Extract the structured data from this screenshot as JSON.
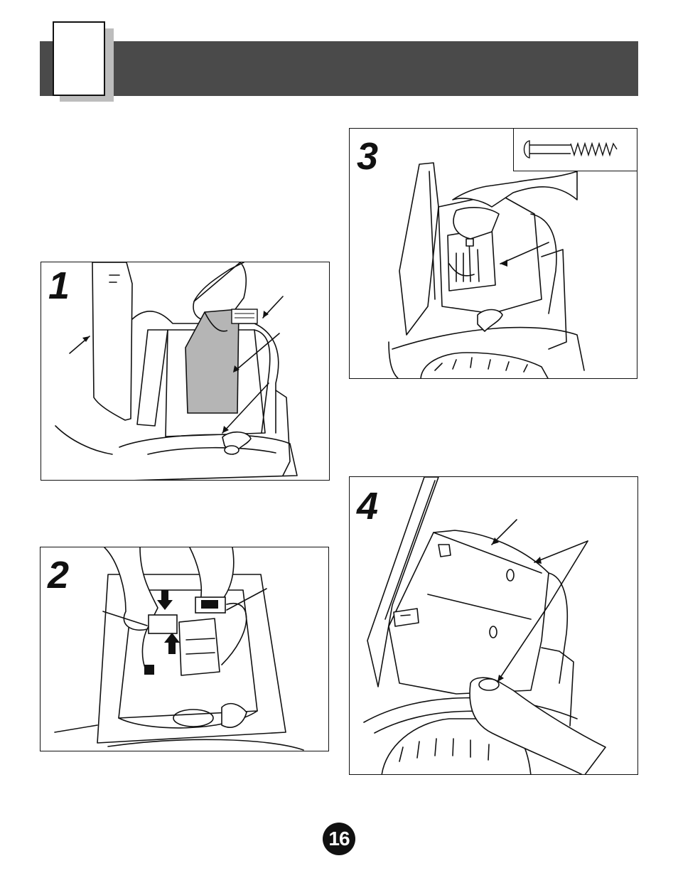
{
  "steps": [
    {
      "number": "1",
      "icon": "battery-install-illustration"
    },
    {
      "number": "2",
      "icon": "connector-plug-illustration"
    },
    {
      "number": "3",
      "icon": "screwdriver-illustration"
    },
    {
      "number": "4",
      "icon": "cover-attach-illustration"
    }
  ],
  "hardware_icon": "screw-icon",
  "page_number": "16",
  "colors": {
    "header": "#4a4a4a",
    "battery": "#b5b5b5",
    "tab_shadow": "#bdbdbd"
  }
}
